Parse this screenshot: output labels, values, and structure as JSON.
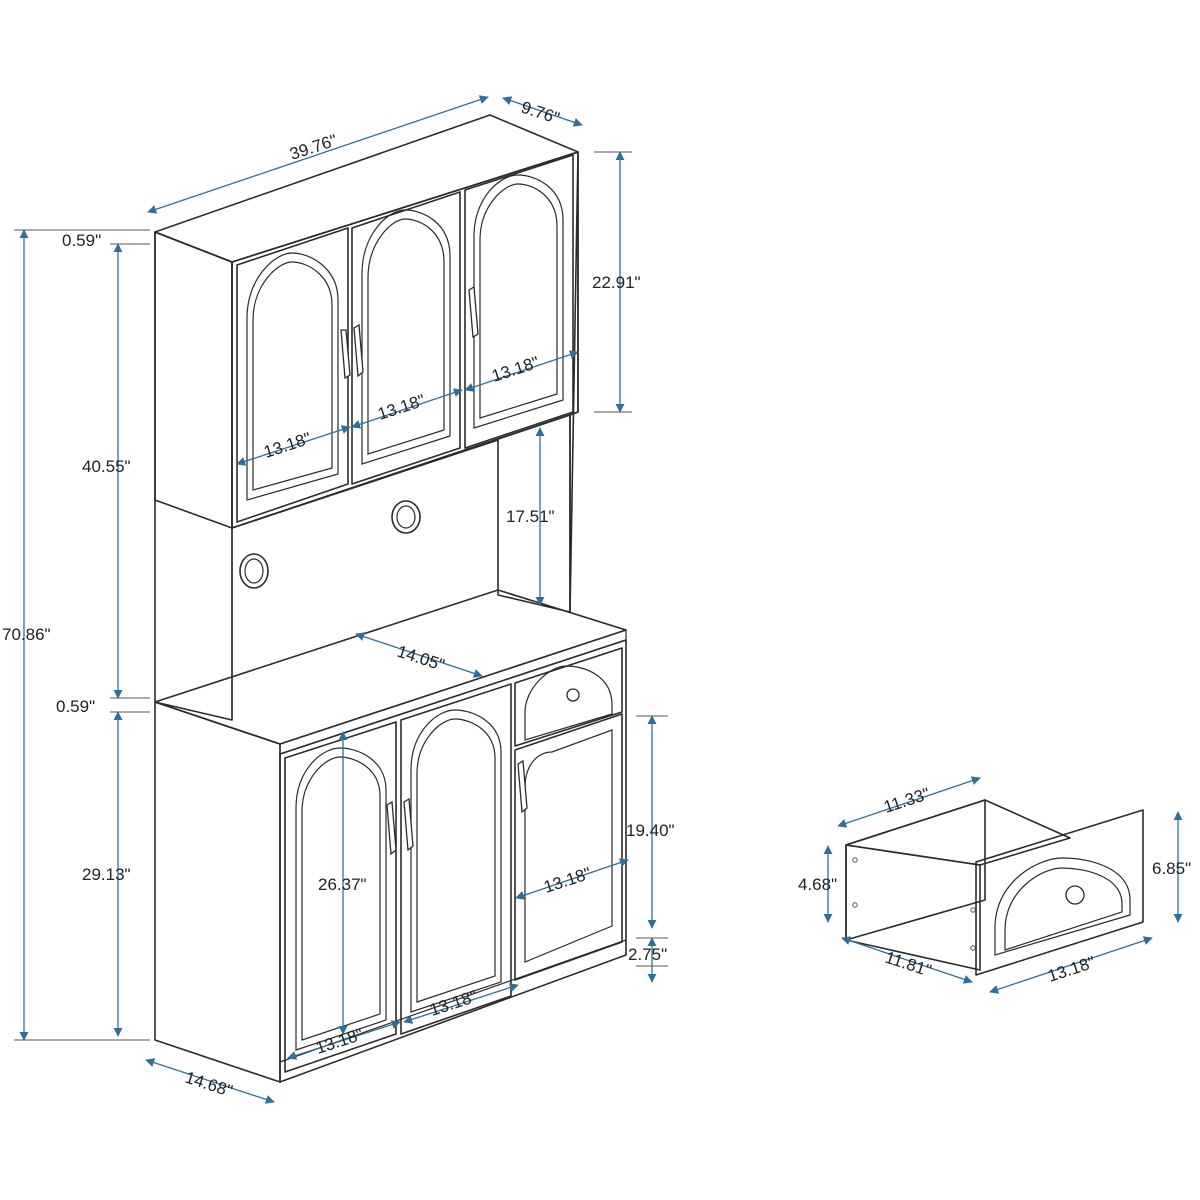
{
  "colors": {
    "dimension": "#2f6f9b",
    "outline": "#2b2b2b",
    "text": "#222222",
    "background": "#ffffff"
  },
  "dimensions": {
    "top_width": "39.76\"",
    "top_depth": "9.76\"",
    "crown_thickness": "0.59\"",
    "hutch_height": "40.55\"",
    "total_height": "70.86\"",
    "counter_thickness": "0.59\"",
    "base_height": "29.13\"",
    "base_depth": "14.68\"",
    "upper_door_height": "22.91\"",
    "upper_door_width_1": "13.18\"",
    "upper_door_width_2": "13.18\"",
    "upper_door_width_3": "13.18\"",
    "open_shelf_height": "17.51\"",
    "counter_depth": "14.05\"",
    "lower_door_height": "26.37\"",
    "lower_door_width_1": "13.18\"",
    "lower_door_width_2": "13.18\"",
    "side_door_height": "19.40\"",
    "side_door_width": "13.18\"",
    "plinth_height": "2.75\"",
    "drawer_width": "11.33\"",
    "drawer_inner_height": "4.68\"",
    "drawer_front_height": "6.85\"",
    "drawer_depth": "11.81\"",
    "drawer_front_width": "13.18\""
  }
}
